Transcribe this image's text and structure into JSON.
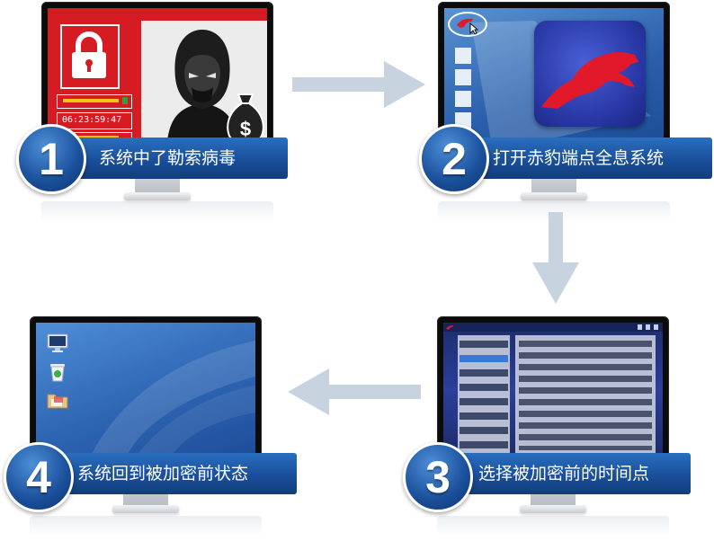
{
  "steps": [
    {
      "number": "1",
      "label": "系统中了勒索病毒",
      "timer": "06:23:59:47"
    },
    {
      "number": "2",
      "label": "打开赤豹端点全息系统"
    },
    {
      "number": "3",
      "label": "选择被加密前的时间点"
    },
    {
      "number": "4",
      "label": "系统回到被加密前状态"
    }
  ],
  "colors": {
    "banner": "#1a4f9a",
    "arrow": "#c7d4df",
    "ransom_red": "#d41c22",
    "panther_red": "#e2182b"
  }
}
